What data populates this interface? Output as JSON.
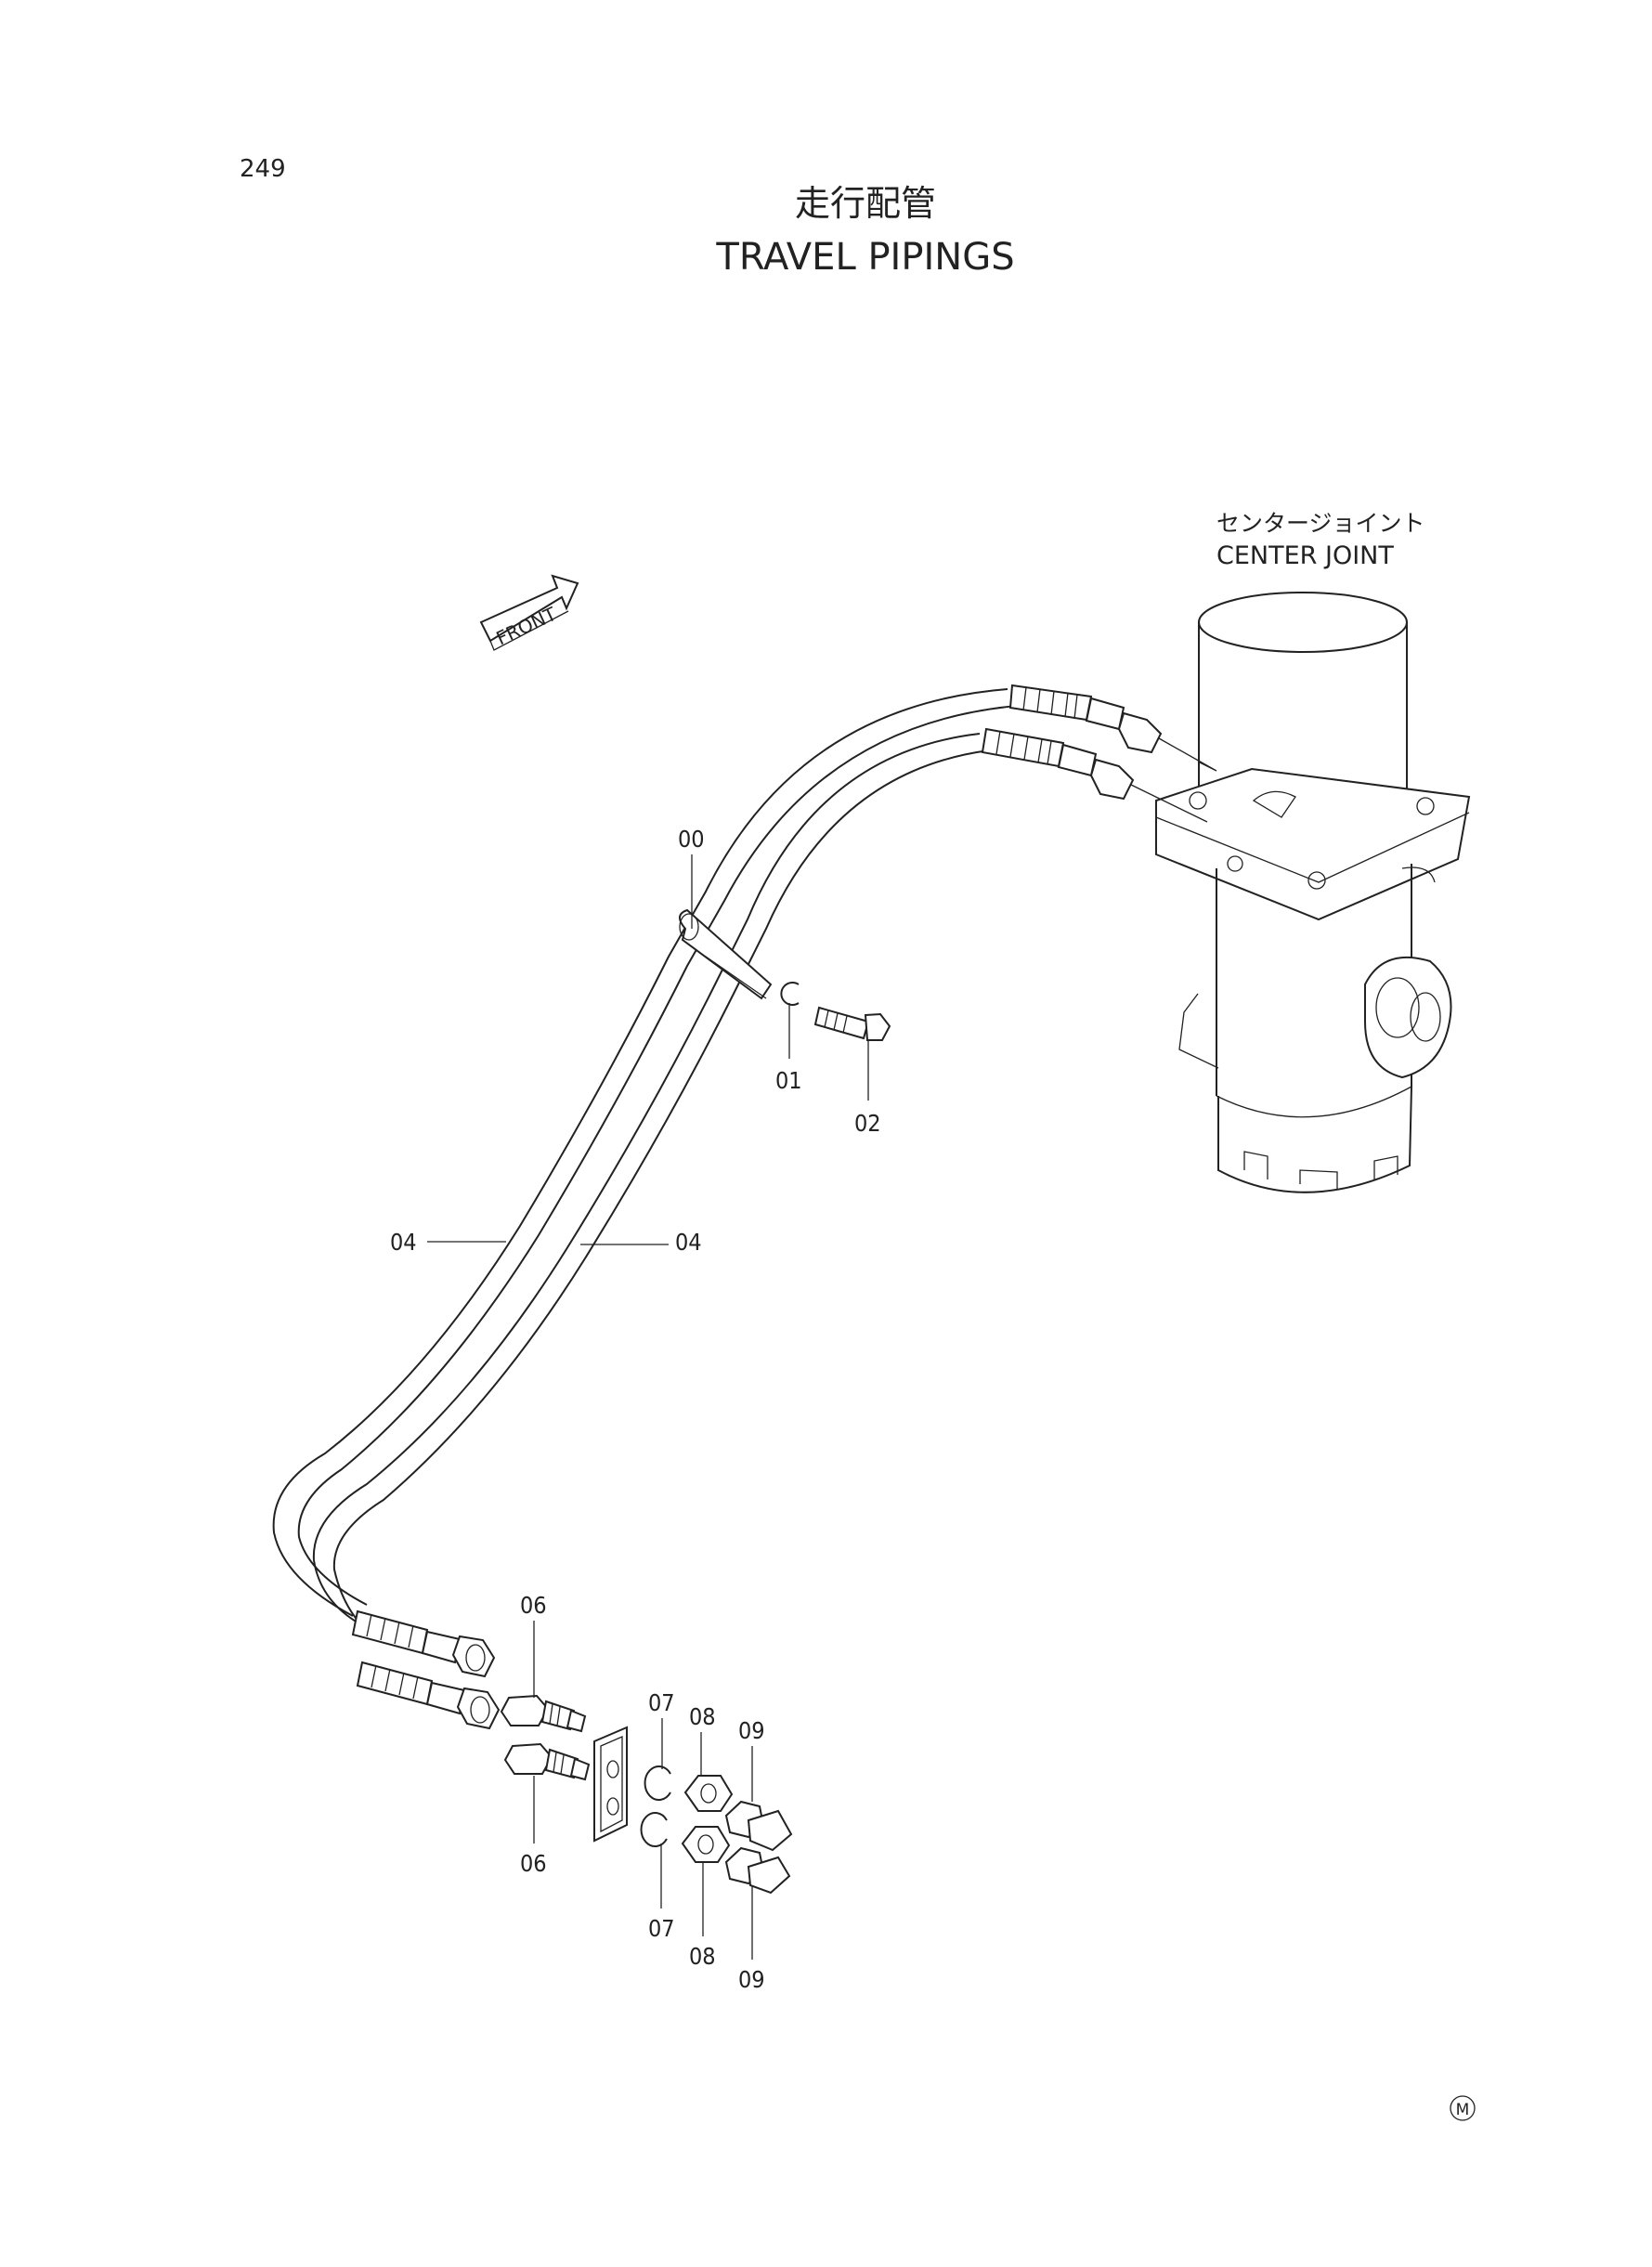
{
  "page": {
    "page_number": "249",
    "title_jp": "走行配管",
    "title_en": "TRAVEL PIPINGS",
    "mark": "M"
  },
  "center_joint": {
    "label_jp": "センタージョイント",
    "label_en": "CENTER JOINT"
  },
  "front_arrow": {
    "label": "FRONT"
  },
  "callouts": {
    "c00": "00",
    "c01": "01",
    "c02": "02",
    "c04_left": "04",
    "c04_right": "04",
    "c06_top": "06",
    "c06_bottom": "06",
    "c07_top": "07",
    "c07_bottom": "07",
    "c08_top": "08",
    "c08_bottom": "08",
    "c09_top": "09",
    "c09_bottom": "09"
  }
}
